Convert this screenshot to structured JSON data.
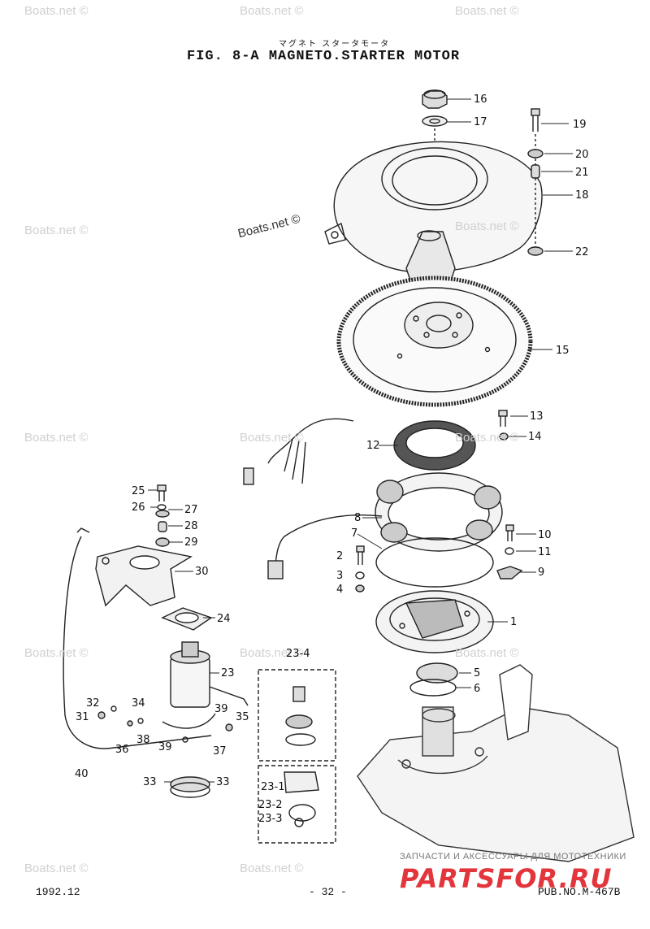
{
  "header": {
    "japanese_title": "マグネト スタータモータ",
    "title": "FIG.  8-A MAGNETO.STARTER MOTOR"
  },
  "watermark": "Boats.net ©",
  "callouts": {
    "c16": "16",
    "c17": "17",
    "c19": "19",
    "c20": "20",
    "c21": "21",
    "c18": "18",
    "c22": "22",
    "c15": "15",
    "c13": "13",
    "c14": "14",
    "c12": "12",
    "c8": "8",
    "c7": "7",
    "c10": "10",
    "c11": "11",
    "c2": "2",
    "c3": "3",
    "c4": "4",
    "c9": "9",
    "c1": "1",
    "c5": "5",
    "c6": "6",
    "c25": "25",
    "c26": "26",
    "c27": "27",
    "c28": "28",
    "c29": "29",
    "c30": "30",
    "c24": "24",
    "c23": "23",
    "c23_4": "23-4",
    "c32": "32",
    "c31": "31",
    "c34": "34",
    "c39": "39",
    "c35": "35",
    "c36": "36",
    "c38": "38",
    "c39b": "39",
    "c37": "37",
    "c40": "40",
    "c33a": "33",
    "c33b": "33",
    "c23_1": "23-1",
    "c23_2": "23-2",
    "c23_3": "23-3"
  },
  "footer": {
    "date": "1992.12",
    "page": "- 32 -",
    "pub": "PUB.NO.M-467B"
  },
  "branding": {
    "promo_text": "ЗАПЧАСТИ И АКСЕССУАРЫ ДЛЯ МОТОТЕХНИКИ",
    "logo_text": "PARTSFOR.RU",
    "logo_color": "#e3353c"
  }
}
